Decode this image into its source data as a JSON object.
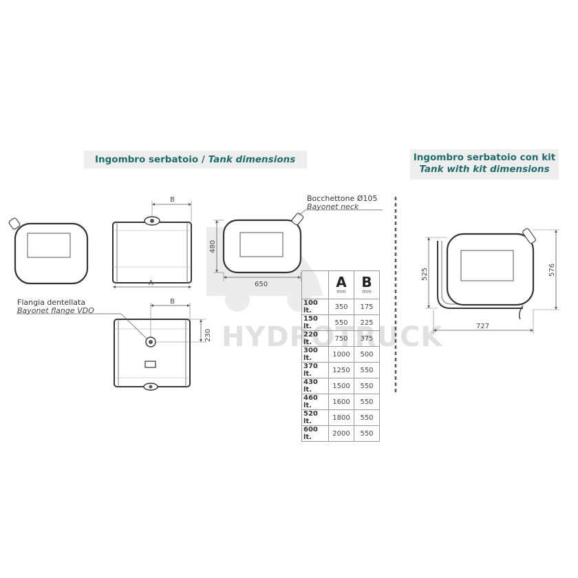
{
  "headers": {
    "left": {
      "it": "Ingombro serbatoio / ",
      "en": "Tank dimensions"
    },
    "right": {
      "it": "Ingombro serbatoio con kit",
      "en": "Tank with kit dimensions"
    }
  },
  "labels": {
    "neck_it": "Bocchettone Ø105",
    "neck_en": "Bayonet neck",
    "flange_it": "Flangia dentellata",
    "flange_en": "Bayonet flange VDO"
  },
  "dimensions": {
    "a_label": "A",
    "b_label_top": "B",
    "b_label_bottom": "B",
    "height_front": "480",
    "width_front": "650",
    "flange_offset": "230",
    "kit_height_inner": "525",
    "kit_height_outer": "576",
    "kit_width": "727"
  },
  "watermark": "HYDROTRUCK",
  "table": {
    "col_a": "A",
    "col_b": "B",
    "unit": "mm",
    "rows": [
      {
        "cap": "100 lt.",
        "a": "350",
        "b": "175"
      },
      {
        "cap": "150 lt.",
        "a": "550",
        "b": "225"
      },
      {
        "cap": "220 lt.",
        "a": "750",
        "b": "375"
      },
      {
        "cap": "300 lt.",
        "a": "1000",
        "b": "500"
      },
      {
        "cap": "370 lt.",
        "a": "1250",
        "b": "550"
      },
      {
        "cap": "430 lt.",
        "a": "1500",
        "b": "550"
      },
      {
        "cap": "460 lt.",
        "a": "1600",
        "b": "550"
      },
      {
        "cap": "520 lt.",
        "a": "1800",
        "b": "550"
      },
      {
        "cap": "600 lt.",
        "a": "2000",
        "b": "550"
      }
    ]
  }
}
